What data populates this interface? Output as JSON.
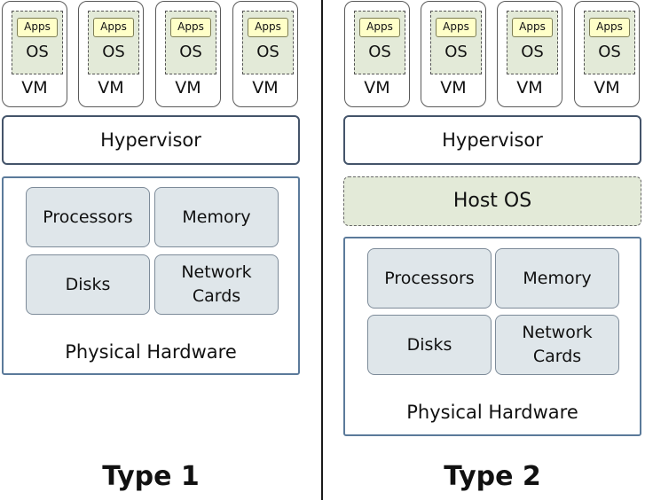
{
  "type1": {
    "vms": [
      {
        "apps": "Apps",
        "os": "OS",
        "label": "VM"
      },
      {
        "apps": "Apps",
        "os": "OS",
        "label": "VM"
      },
      {
        "apps": "Apps",
        "os": "OS",
        "label": "VM"
      },
      {
        "apps": "Apps",
        "os": "OS",
        "label": "VM"
      }
    ],
    "hypervisor": "Hypervisor",
    "components": [
      "Processors",
      "Memory",
      "Disks",
      "Network Cards"
    ],
    "hardware_label": "Physical Hardware",
    "title": "Type 1"
  },
  "type2": {
    "vms": [
      {
        "apps": "Apps",
        "os": "OS",
        "label": "VM"
      },
      {
        "apps": "Apps",
        "os": "OS",
        "label": "VM"
      },
      {
        "apps": "Apps",
        "os": "OS",
        "label": "VM"
      },
      {
        "apps": "Apps",
        "os": "OS",
        "label": "VM"
      }
    ],
    "hypervisor": "Hypervisor",
    "host_os": "Host OS",
    "components": [
      "Processors",
      "Memory",
      "Disks",
      "Network Cards"
    ],
    "hardware_label": "Physical Hardware",
    "title": "Type 2"
  }
}
